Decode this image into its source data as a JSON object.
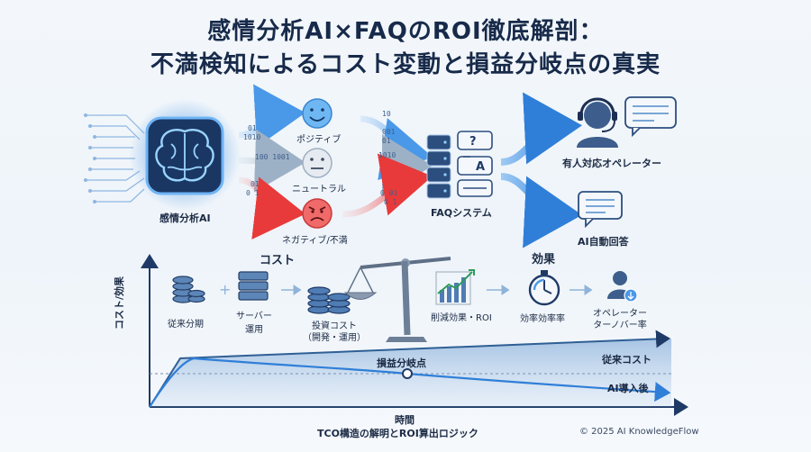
{
  "title": {
    "line1": "感情分析AI×FAQのROI徹底解剖：",
    "line2": "不満検知によるコスト変動と損益分岐点の真実"
  },
  "flow": {
    "ai_label": "感情分析AI",
    "sentiments": [
      "ポジティブ",
      "ニュートラル",
      "ネガティブ/不満"
    ],
    "faq_label": "FAQシステム",
    "operator_label": "有人対応オペレーター",
    "auto_label": "AI自動回答",
    "binary": [
      "01",
      "1010",
      "100 1001",
      "01",
      "0 1",
      "10",
      "001",
      "01",
      "1010",
      "0 01",
      "0 1"
    ]
  },
  "cost": {
    "header": "コスト",
    "items": [
      "従来分期",
      "サーバー\n運用",
      "投資コスト\n（開発・運用）"
    ]
  },
  "effect": {
    "header": "効果",
    "items": [
      "削減効果・ROI",
      "効率効率率",
      "オペレーター\nターノバー率"
    ]
  },
  "chart": {
    "ylabel": "コスト/効果",
    "xlabel": "時間",
    "breakeven_label": "損益分岐点",
    "legacy_label": "従来コスト",
    "ai_label": "AI導入後"
  },
  "footer": {
    "caption": "TCO構造の解明とROI算出ロジック",
    "copyright": "© 2025 AI KnowledgeFlow"
  },
  "colors": {
    "accent": "#2f7fd8",
    "positive": "#5aa9f0",
    "neutral": "#b8c6d6",
    "negative": "#e84848",
    "dark": "#1f3a66"
  },
  "icons": [
    "brain-icon",
    "smile-icon",
    "neutral-face-icon",
    "angry-face-icon",
    "database-icon",
    "headset-operator-icon",
    "chat-bubble-icon",
    "coin-stack-icon",
    "server-icon",
    "scale-icon",
    "bar-chart-icon",
    "stopwatch-icon",
    "person-icon"
  ]
}
